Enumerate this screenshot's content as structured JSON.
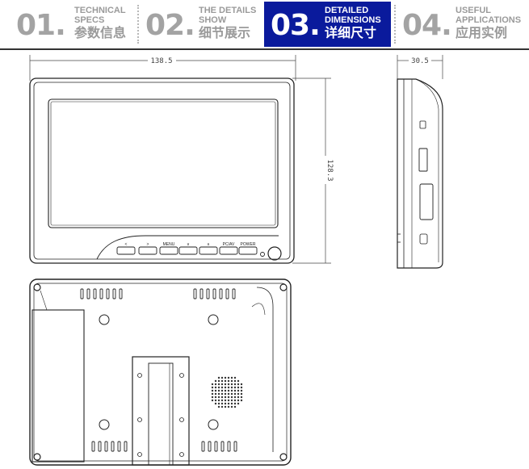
{
  "tabs": [
    {
      "num": "01.",
      "en": "TECHNICAL\nSPECS",
      "cn": "参数信息",
      "active": false
    },
    {
      "num": "02.",
      "en": "THE DETAILS\nSHOW",
      "cn": "细节展示",
      "active": false
    },
    {
      "num": "03.",
      "en": "DETAILED\nDIMENSIONS",
      "cn": "详细尺寸",
      "active": true
    },
    {
      "num": "04.",
      "en": "USEFUL\nAPPLICATIONS",
      "cn": "应用实例",
      "active": false
    }
  ],
  "dimensions": {
    "width": "138.5",
    "height": "128.3",
    "depth": "30.5"
  },
  "buttons": [
    "<",
    ">",
    "MENU",
    "∨",
    "∧",
    "PC/AV",
    "POWER"
  ],
  "colors": {
    "active_tab": "#0a1a9c",
    "inactive_text": "#a3a3a3",
    "line": "#222222"
  }
}
